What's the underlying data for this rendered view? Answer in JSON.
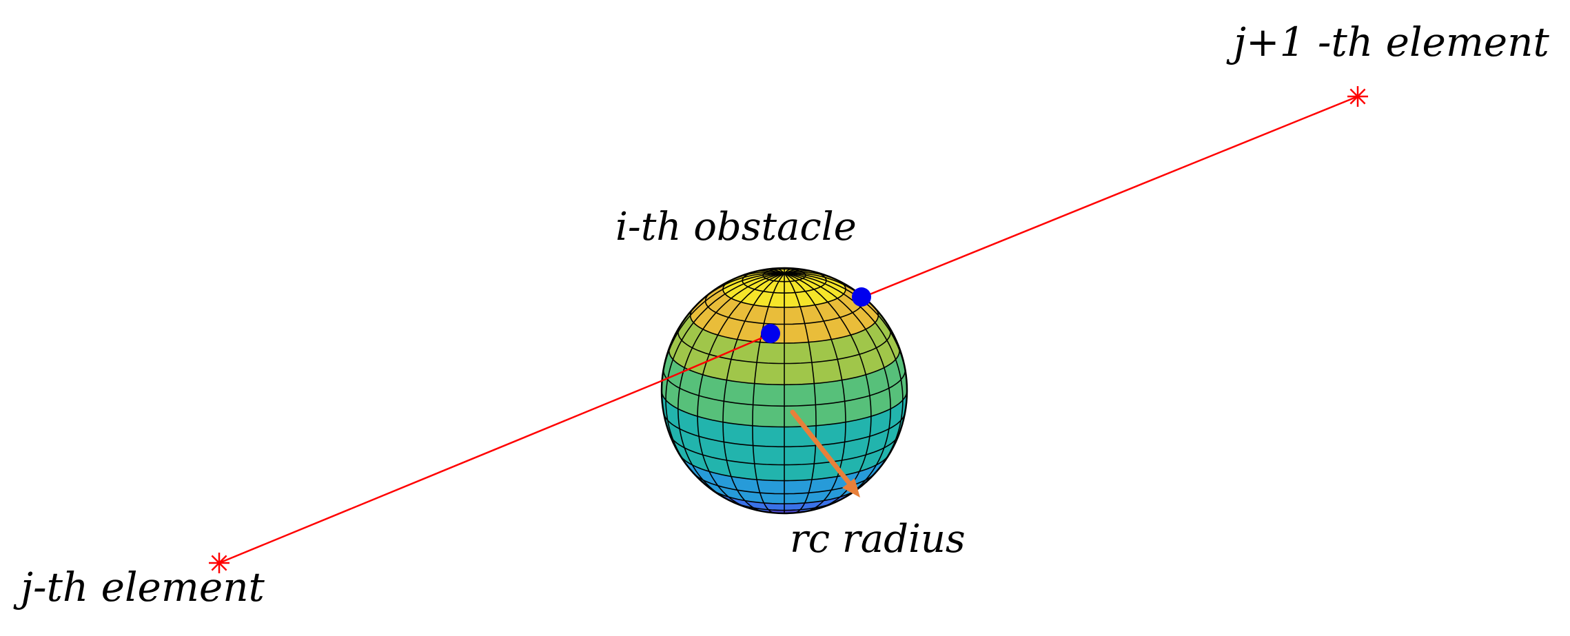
{
  "labels": {
    "upper_element": "j+1 -th element",
    "obstacle": "i-th obstacle",
    "radius": "rc radius",
    "lower_element": "j-th element"
  },
  "colors": {
    "segment": "#ff0000",
    "element_marker": "#ff0000",
    "intersection_points": "#0000ee",
    "radius_arrow": "#e8803a",
    "sphere_colormap": [
      "#f5e52a",
      "#e9bd3a",
      "#a0c64a",
      "#57c07a",
      "#22b4ad",
      "#279bd9",
      "#3a72e8",
      "#4b49cc"
    ],
    "mesh": "#000000"
  },
  "icons": {
    "element_marker": "asterisk-marker",
    "intersection": "filled-dot"
  }
}
